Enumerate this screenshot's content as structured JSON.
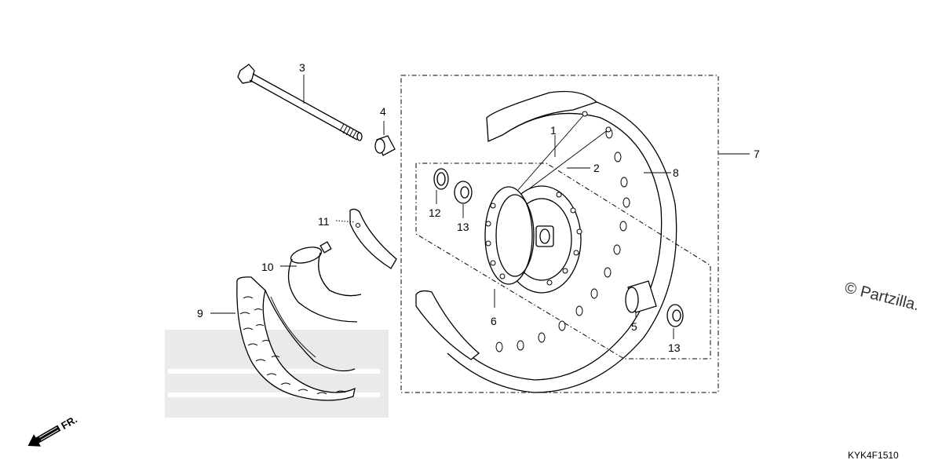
{
  "diagram": {
    "callouts": {
      "p1": "1",
      "p2": "2",
      "p3": "3",
      "p4": "4",
      "p5": "5",
      "p6": "6",
      "p7": "7",
      "p8": "8",
      "p9": "9",
      "p10": "10",
      "p11": "11",
      "p12": "12",
      "p13a": "13",
      "p13b": "13"
    },
    "watermark": "© Partzilla.",
    "front_label": "FR.",
    "diagram_code": "KYK4F1510"
  }
}
